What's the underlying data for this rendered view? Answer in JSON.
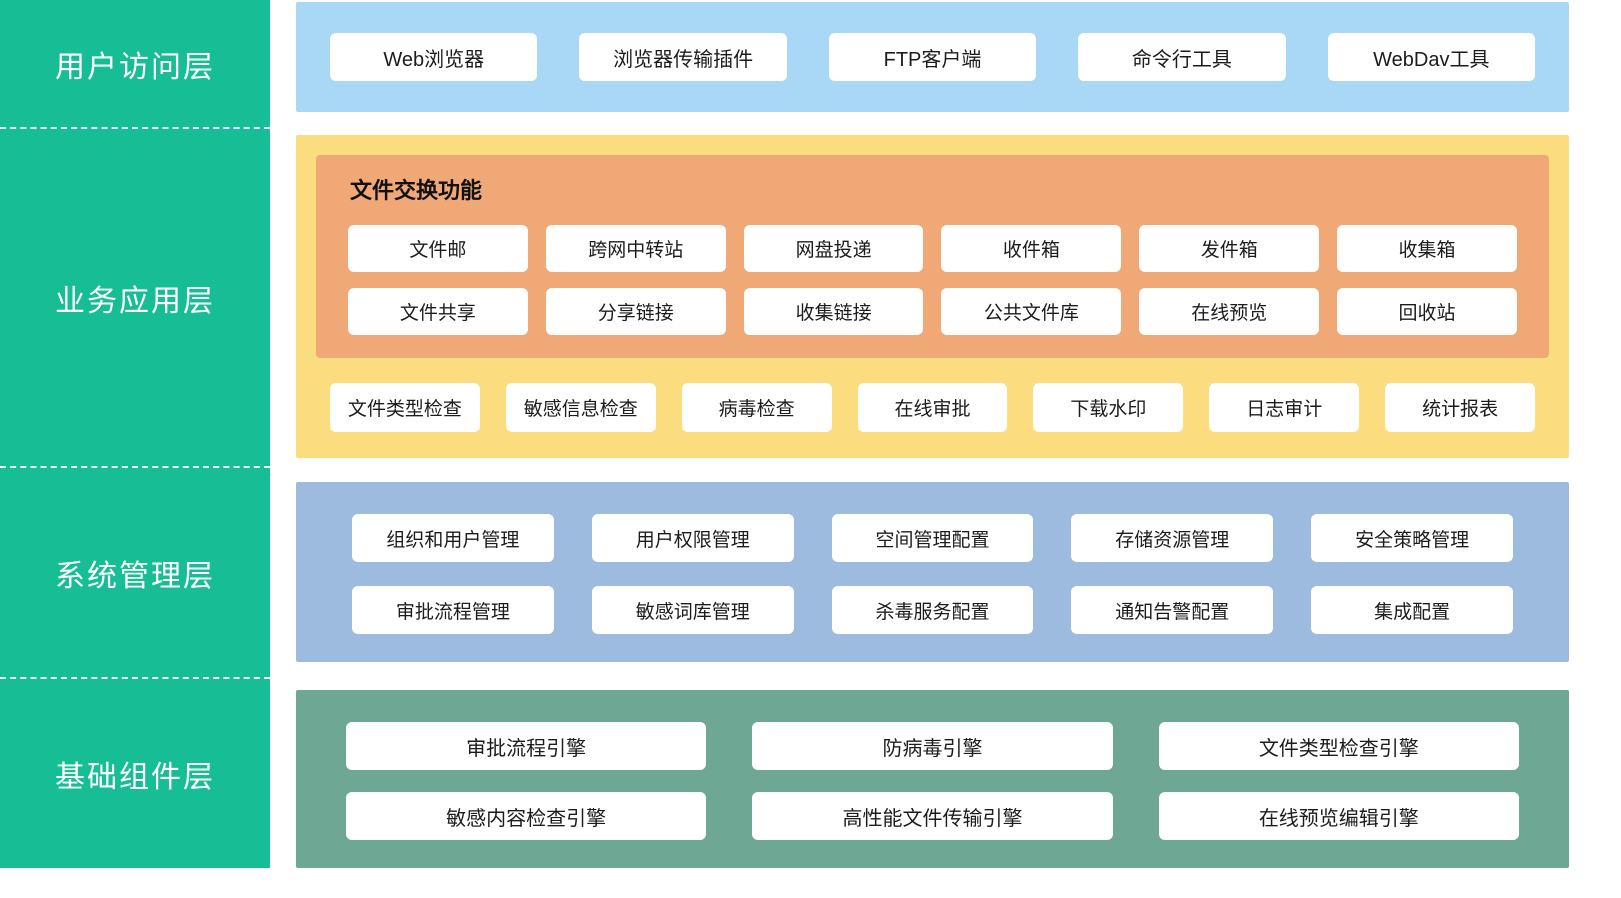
{
  "sidebar": {
    "layers": [
      {
        "label": "用户访问层"
      },
      {
        "label": "业务应用层"
      },
      {
        "label": "系统管理层"
      },
      {
        "label": "基础组件层"
      }
    ]
  },
  "access_layer": {
    "items": [
      "Web浏览器",
      "浏览器传输插件",
      "FTP客户端",
      "命令行工具",
      "WebDav工具"
    ]
  },
  "business_layer": {
    "panel_title": "文件交换功能",
    "panel_rows": [
      [
        "文件邮",
        "跨网中转站",
        "网盘投递",
        "收件箱",
        "发件箱",
        "收集箱"
      ],
      [
        "文件共享",
        "分享链接",
        "收集链接",
        "公共文件库",
        "在线预览",
        "回收站"
      ]
    ],
    "bottom_items": [
      "文件类型检查",
      "敏感信息检查",
      "病毒检查",
      "在线审批",
      "下载水印",
      "日志审计",
      "统计报表"
    ]
  },
  "management_layer": {
    "rows": [
      [
        "组织和用户管理",
        "用户权限管理",
        "空间管理配置",
        "存储资源管理",
        "安全策略管理"
      ],
      [
        "审批流程管理",
        "敏感词库管理",
        "杀毒服务配置",
        "通知告警配置",
        "集成配置"
      ]
    ]
  },
  "component_layer": {
    "rows": [
      [
        "审批流程引擎",
        "防病毒引擎",
        "文件类型检查引擎"
      ],
      [
        "敏感内容检查引擎",
        "高性能文件传输引擎",
        "在线预览编辑引擎"
      ]
    ]
  },
  "colors": {
    "sidebar_green": "#17bd94",
    "access_blue": "#a9d8f7",
    "business_yellow": "#fbdc7f",
    "exchange_orange": "#f0a877",
    "management_blue": "#9dbbde",
    "component_teal": "#6fa795"
  }
}
